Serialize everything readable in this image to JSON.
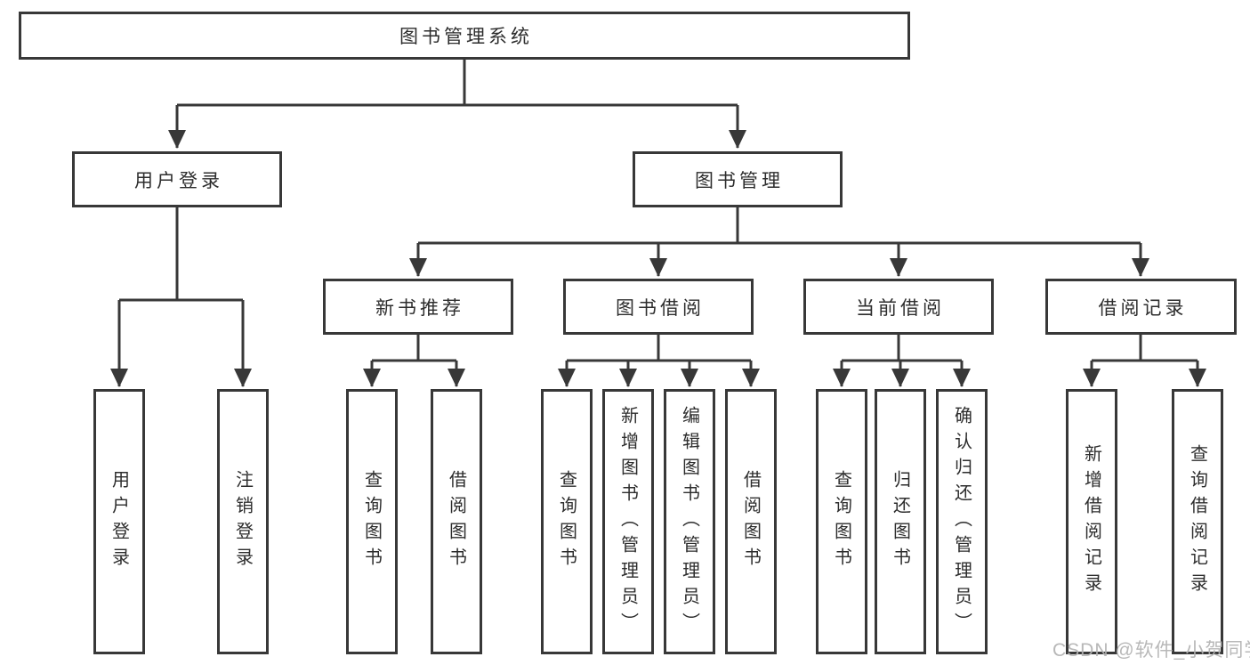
{
  "tree": {
    "label": "图书管理系统",
    "children": [
      {
        "label": "用户登录",
        "children": [
          {
            "label": "用户登录"
          },
          {
            "label": "注销登录"
          }
        ]
      },
      {
        "label": "图书管理",
        "children": [
          {
            "label": "新书推荐",
            "children": [
              {
                "label": "查询图书"
              },
              {
                "label": "借阅图书"
              }
            ]
          },
          {
            "label": "图书借阅",
            "children": [
              {
                "label": "查询图书"
              },
              {
                "label": "新增图书（管理员）"
              },
              {
                "label": "编辑图书（管理员）"
              },
              {
                "label": "借阅图书"
              }
            ]
          },
          {
            "label": "当前借阅",
            "children": [
              {
                "label": "查询图书"
              },
              {
                "label": "归还图书"
              },
              {
                "label": "确认归还（管理员）"
              }
            ]
          },
          {
            "label": "借阅记录",
            "children": [
              {
                "label": "新增借阅记录"
              },
              {
                "label": "查询借阅记录"
              }
            ]
          }
        ]
      }
    ]
  },
  "watermark": {
    "text": "CSDN @软件_小贺同学"
  },
  "colors": {
    "line": "#383838",
    "text": "#2d2d2d",
    "watermark": "#b2b2b2",
    "background": "#ffffff"
  }
}
